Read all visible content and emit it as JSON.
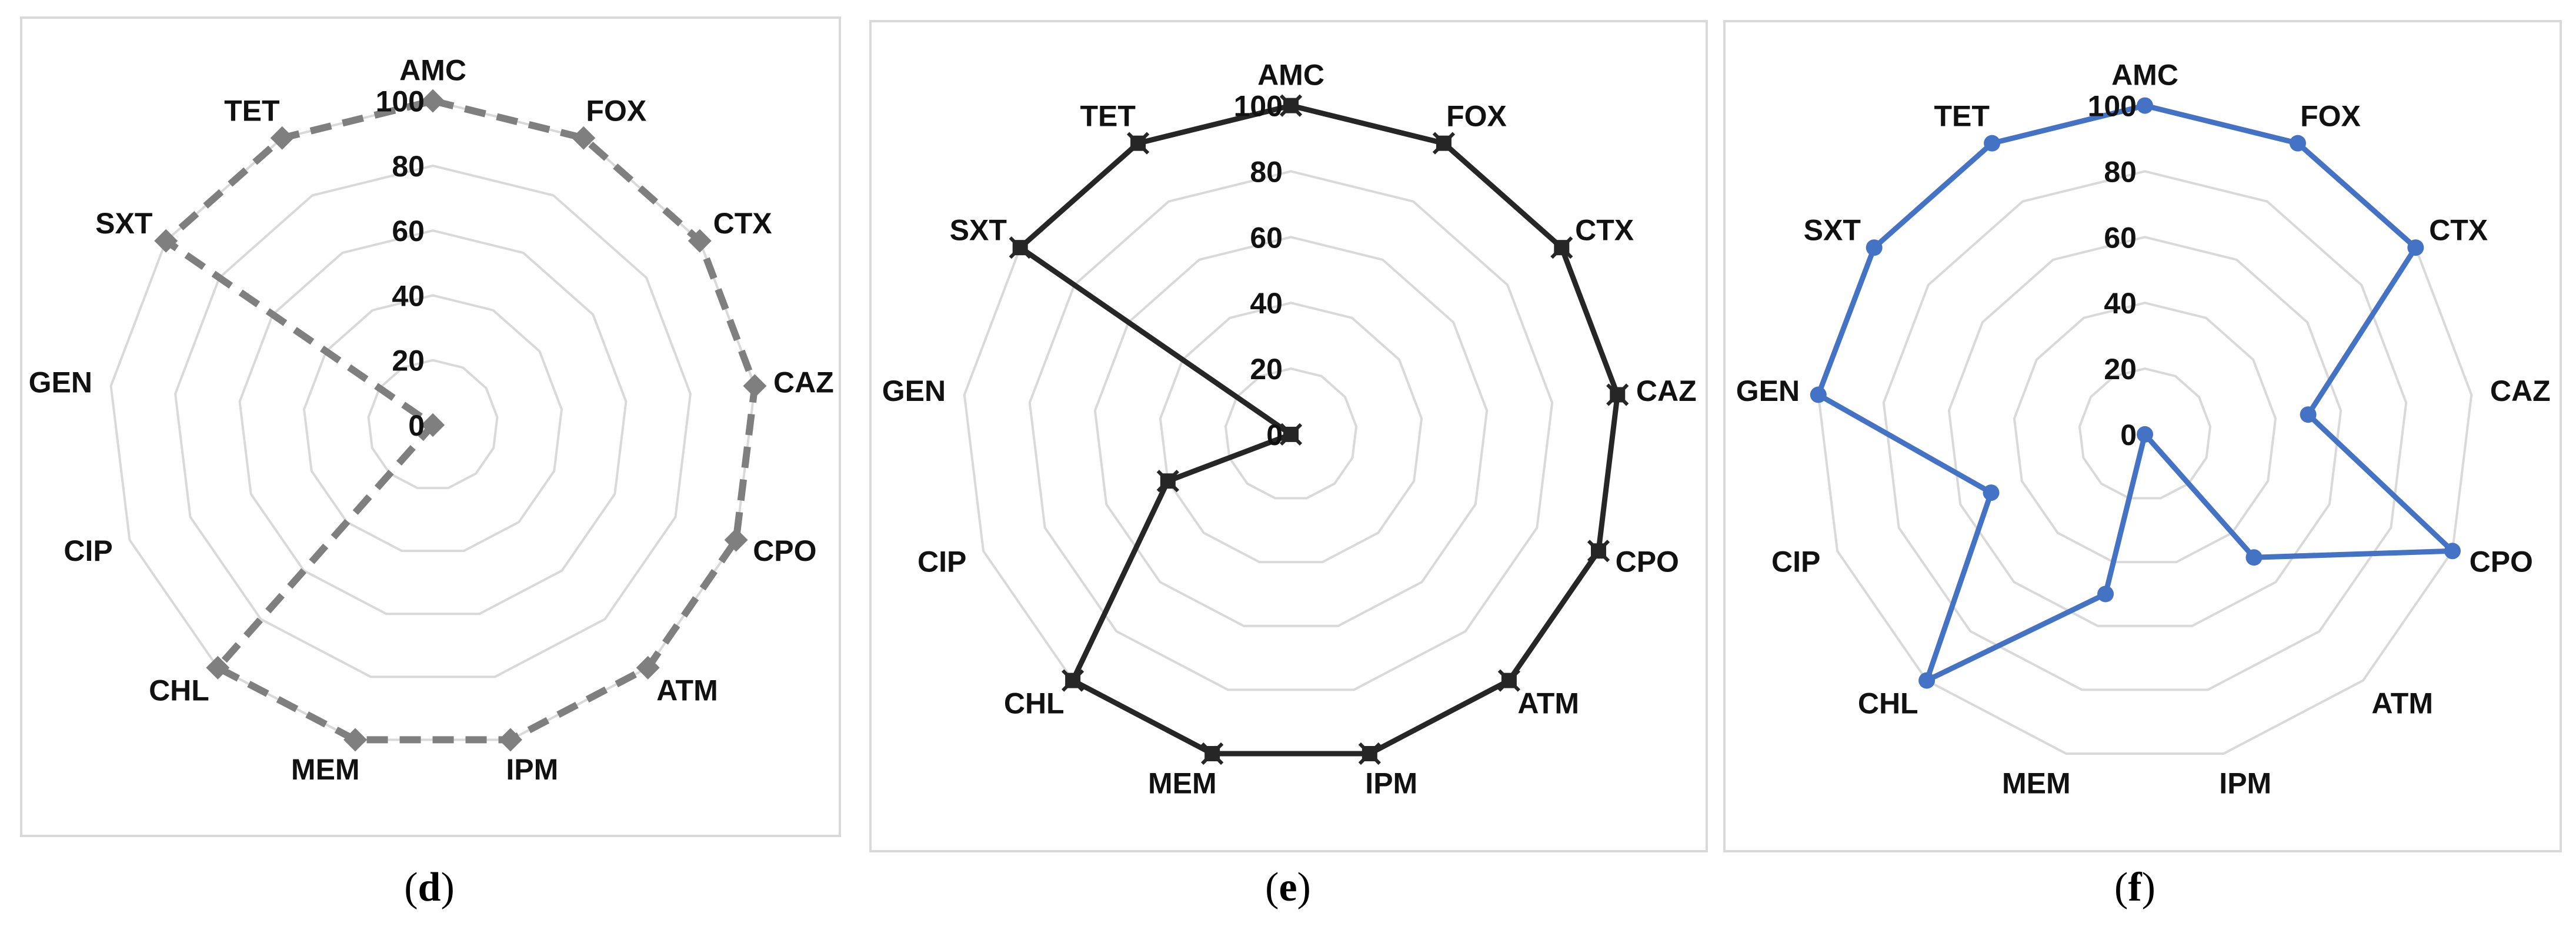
{
  "chart_data": [
    {
      "type": "radar",
      "panel_label": "d",
      "categories": [
        "AMC",
        "FOX",
        "CTX",
        "CAZ",
        "CPO",
        "ATM",
        "IPM",
        "MEM",
        "CHL",
        "CIP",
        "GEN",
        "SXT",
        "TET"
      ],
      "values": [
        100,
        100,
        100,
        100,
        100,
        100,
        100,
        100,
        100,
        0,
        0,
        100,
        100
      ],
      "rlim": [
        0,
        100
      ],
      "ticks": [
        0,
        20,
        40,
        60,
        80,
        100
      ],
      "series_color": "#7f7f7f",
      "line_style": "dashed",
      "marker": "diamond",
      "grid": true
    },
    {
      "type": "radar",
      "panel_label": "e",
      "categories": [
        "AMC",
        "FOX",
        "CTX",
        "CAZ",
        "CPO",
        "ATM",
        "IPM",
        "MEM",
        "CHL",
        "CIP",
        "GEN",
        "SXT",
        "TET"
      ],
      "values": [
        100,
        100,
        100,
        100,
        100,
        100,
        100,
        100,
        100,
        40,
        0,
        100,
        100
      ],
      "rlim": [
        0,
        100
      ],
      "ticks": [
        0,
        20,
        40,
        60,
        80,
        100
      ],
      "series_color": "#262626",
      "line_style": "solid",
      "marker": "x-square",
      "grid": true
    },
    {
      "type": "radar",
      "panel_label": "f",
      "categories": [
        "AMC",
        "FOX",
        "CTX",
        "CAZ",
        "CPO",
        "ATM",
        "IPM",
        "MEM",
        "CHL",
        "CIP",
        "GEN",
        "SXT",
        "TET"
      ],
      "values": [
        100,
        100,
        100,
        50,
        100,
        50,
        0,
        50,
        100,
        50,
        100,
        100,
        100
      ],
      "rlim": [
        0,
        100
      ],
      "ticks": [
        0,
        20,
        40,
        60,
        80,
        100
      ],
      "series_color": "#4472c4",
      "line_style": "solid",
      "marker": "circle",
      "grid": true
    }
  ],
  "captions": [
    "d",
    "e",
    "f"
  ]
}
